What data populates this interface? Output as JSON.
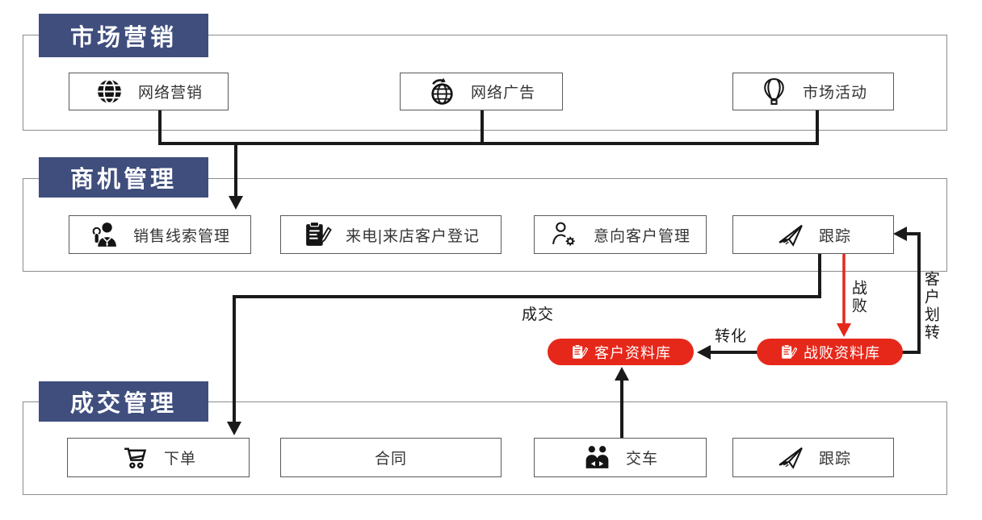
{
  "diagram_title": "CRM sales funnel process diagram",
  "colors": {
    "header_bg": "#3F4E7D",
    "db_red": "#E6281B",
    "connector": "#1A1A1A"
  },
  "sections": [
    {
      "title": "市场营销",
      "items": [
        {
          "label": "网络营销",
          "icon": "globe-icon"
        },
        {
          "label": "网络广告",
          "icon": "globe-arrow-icon"
        },
        {
          "label": "市场活动",
          "icon": "hot-air-balloon-icon"
        }
      ]
    },
    {
      "title": "商机管理",
      "items": [
        {
          "label": "销售线索管理",
          "icon": "salesperson-icon"
        },
        {
          "label": "来电|来店客户登记",
          "icon": "clipboard-pen-icon"
        },
        {
          "label": "意向客户管理",
          "icon": "person-gear-icon"
        },
        {
          "label": "跟踪",
          "icon": "paper-plane-icon"
        }
      ]
    },
    {
      "title": "成交管理",
      "items": [
        {
          "label": "下单",
          "icon": "shopping-cart-icon"
        },
        {
          "label": "合同",
          "icon": "none"
        },
        {
          "label": "交车",
          "icon": "people-exchange-icon"
        },
        {
          "label": "跟踪",
          "icon": "paper-plane-icon"
        }
      ]
    }
  ],
  "databases": [
    {
      "label": "客户资料库",
      "icon": "clipboard-pen-icon"
    },
    {
      "label": "战败资料库",
      "icon": "clipboard-pen-icon"
    }
  ],
  "edge_labels": {
    "deal": "成交",
    "lost": "战败",
    "convert": "转化",
    "transfer": "客户划转"
  }
}
